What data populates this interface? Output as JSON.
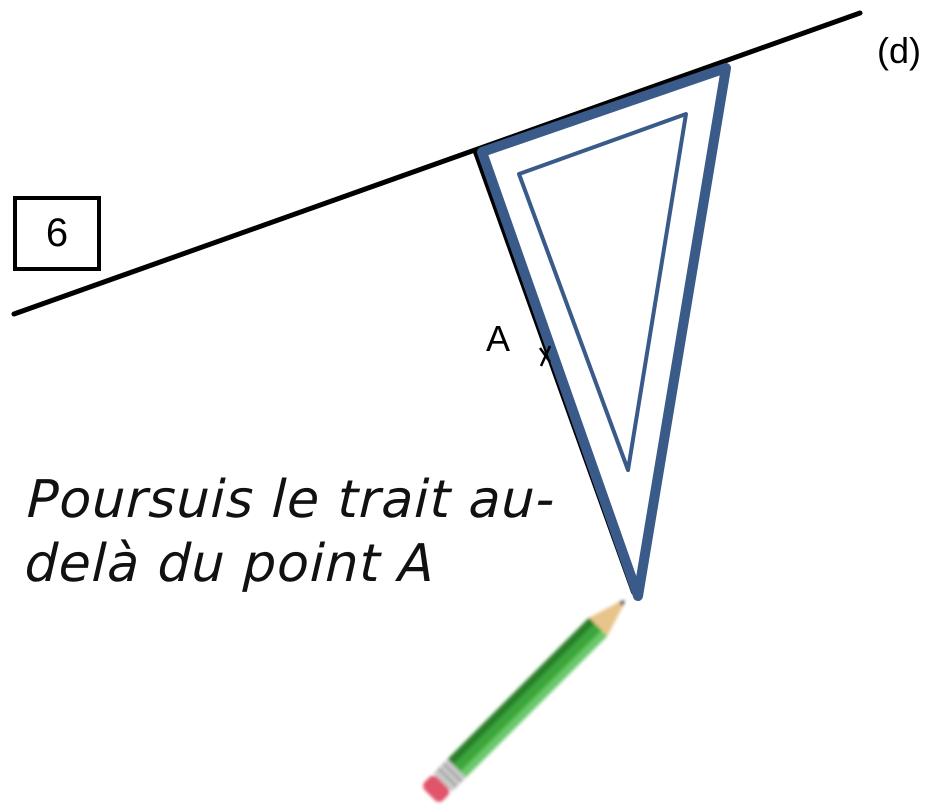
{
  "step": {
    "number": "6"
  },
  "line": {
    "label": "(d)"
  },
  "point": {
    "label": "A"
  },
  "instruction": {
    "line1": "Poursuis le trait au-",
    "line2": "delà du point A"
  },
  "colors": {
    "set_square": "#3a5a8a",
    "line": "#000000",
    "pencil_body": "#3aa73a",
    "pencil_dark": "#2a7f2a",
    "pencil_wood": "#e8c48a",
    "pencil_ferrule": "#c9c9c9",
    "pencil_eraser": "#e0556a"
  },
  "icons": {
    "tool": "set-square-icon",
    "pencil": "pencil-icon"
  }
}
